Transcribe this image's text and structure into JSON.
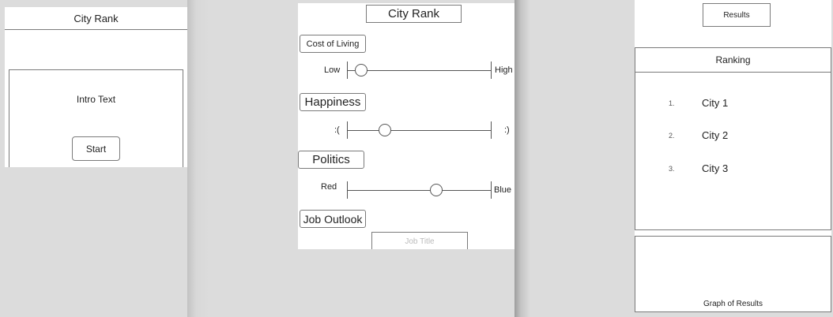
{
  "screen1": {
    "title": "City Rank",
    "intro_text": "Intro Text",
    "start_label": "Start"
  },
  "screen2": {
    "title": "City Rank",
    "sliders": [
      {
        "category": "Cost of Living",
        "low_label": "Low",
        "high_label": "High",
        "value": 0.1
      },
      {
        "category": "Happiness",
        "low_label": ":(",
        "high_label": ":)",
        "value": 0.26
      },
      {
        "category": "Politics",
        "low_label": "Red",
        "high_label": "Blue",
        "value": 0.62
      }
    ],
    "job_outlook_label": "Job Outlook",
    "job_title_placeholder": "Job Title"
  },
  "screen3": {
    "results_label": "Results",
    "ranking_title": "Ranking",
    "rankings": [
      {
        "number": "1.",
        "city": "City 1"
      },
      {
        "number": "2.",
        "city": "City 2"
      },
      {
        "number": "3.",
        "city": "City 3"
      }
    ],
    "graph_label": "Graph of Results"
  }
}
